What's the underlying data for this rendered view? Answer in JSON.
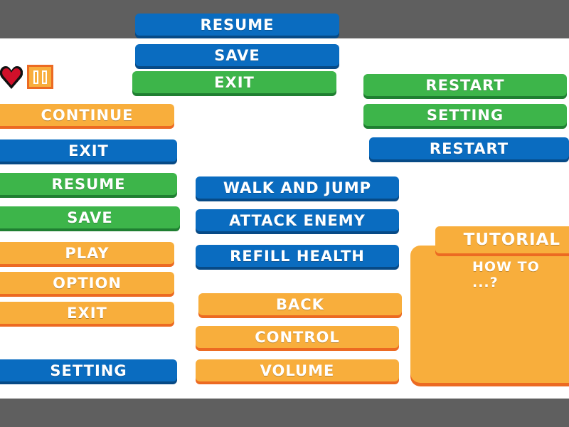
{
  "hud": {
    "heart_icon": "heart-icon",
    "pause_icon": "pause-icon"
  },
  "top_menu": {
    "resume": "RESUME",
    "save": "SAVE",
    "exit": "EXIT"
  },
  "right_menu": {
    "restart": "RESTART",
    "setting": "SETTING",
    "restart_2": "RESTART"
  },
  "left_menu": {
    "continue": "CONTINUE",
    "exit": "EXIT",
    "resume": "RESUME",
    "save": "SAVE",
    "play": "PLAY",
    "option": "OPTION",
    "exit_2": "EXIT",
    "setting": "SETTING"
  },
  "center_menu": {
    "walk_and_jump": "WALK AND JUMP",
    "attack_enemy": "ATTACK ENEMY",
    "refill_health": "REFILL HEALTH",
    "back": "BACK",
    "control": "CONTROL",
    "volume": "VOLUME"
  },
  "tutorial_panel": {
    "title": "TUTORIAL",
    "subtitle": "HOW TO ...?"
  },
  "colors": {
    "blue": "#0a6cc0",
    "green": "#3db54a",
    "orange": "#f8ae3c",
    "orange_shadow": "#ec6a22",
    "heart": "#d0102a",
    "frame": "#5f5f5f"
  }
}
